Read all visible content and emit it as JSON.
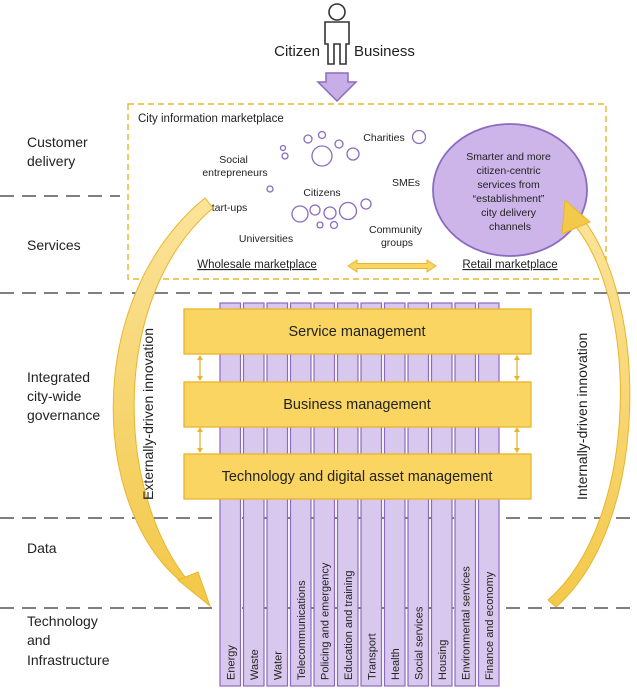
{
  "header": {
    "left_label": "Citizen",
    "right_label": "Business"
  },
  "layers": [
    {
      "lines": [
        "Customer",
        "delivery"
      ]
    },
    {
      "lines": [
        "Services"
      ]
    },
    {
      "lines": [
        "Integrated",
        "city-wide",
        "governance"
      ]
    },
    {
      "lines": [
        "Data"
      ]
    },
    {
      "lines": [
        "Technology",
        "and",
        "Infrastructure"
      ]
    }
  ],
  "marketplace": {
    "title": "City information marketplace",
    "actors": {
      "social": [
        "Social",
        "entrepreneurs"
      ],
      "charities": "Charities",
      "citizens": "Citizens",
      "smes": "SMEs",
      "startups": "Start-ups",
      "universities": "Universities",
      "community": [
        "Community",
        "groups"
      ]
    },
    "wholesale": "Wholesale marketplace",
    "retail": "Retail marketplace"
  },
  "retail_bubble": [
    "Smarter and more",
    "citizen-centric",
    "services from",
    "“establishment”",
    "city delivery",
    "channels"
  ],
  "side_labels": {
    "left": "Externally-driven innovation",
    "right": "Internally-driven innovation"
  },
  "management": [
    "Service management",
    "Business management",
    "Technology and digital asset management"
  ],
  "verticals": [
    "Energy",
    "Waste",
    "Water",
    "Telecommunications",
    "Policing and emergency",
    "Education and training",
    "Transport",
    "Health",
    "Social services",
    "Housing",
    "Environmental services",
    "Finance and economy"
  ],
  "colors": {
    "purple_fill": "#d9c8ee",
    "purple_stroke": "#8b6bbf",
    "yellow_fill": "#fbd562",
    "yellow_stroke": "#e8b52c"
  }
}
